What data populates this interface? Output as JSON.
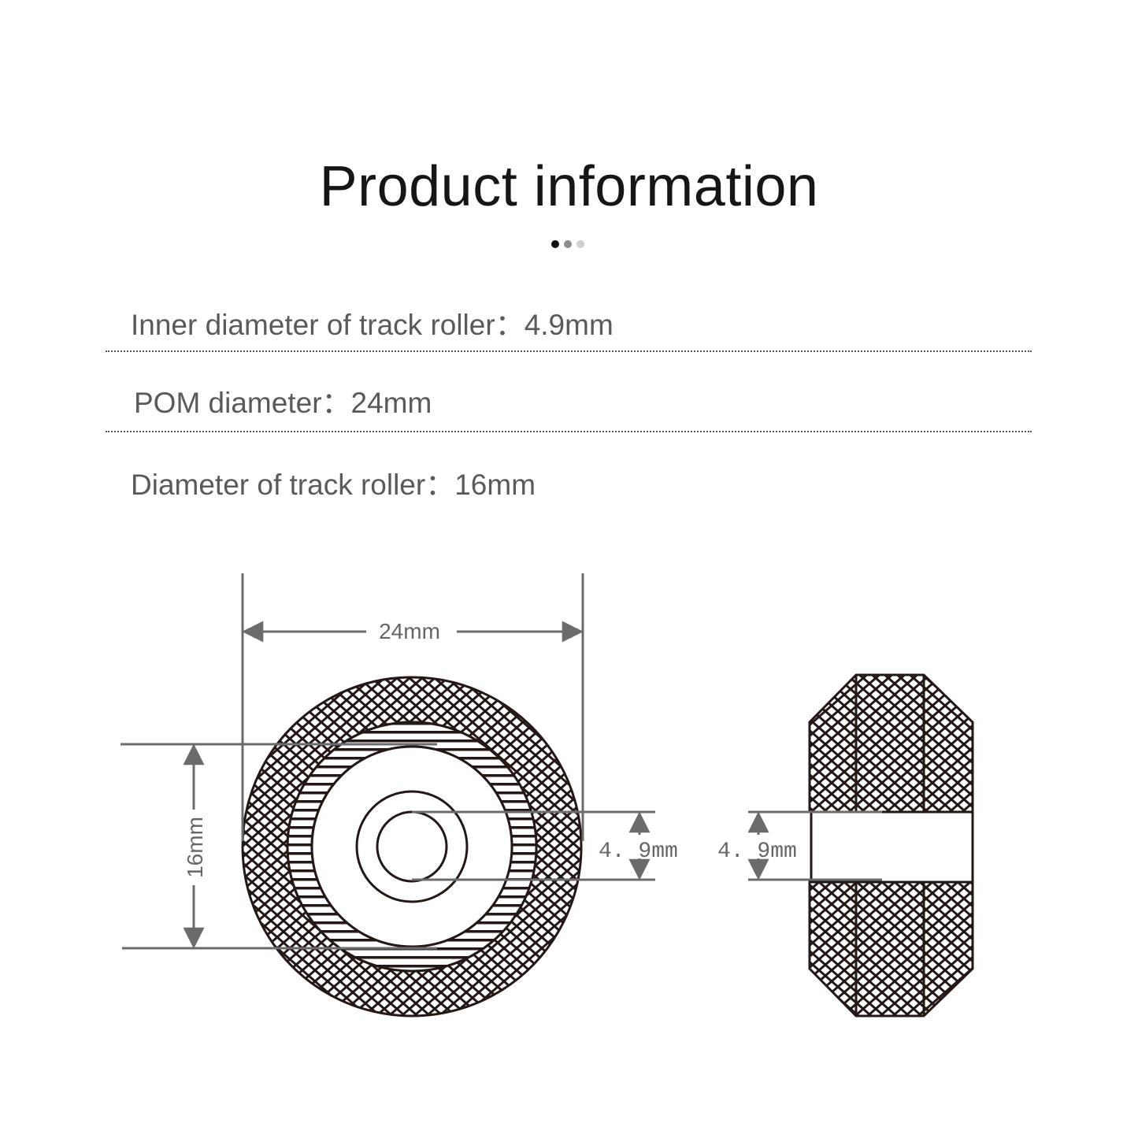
{
  "header": {
    "title": "Product information",
    "pagination_dots": [
      {
        "color": "#111111"
      },
      {
        "color": "#8c8c8c"
      },
      {
        "color": "#cfcfcf"
      }
    ]
  },
  "specs": [
    {
      "label": "Inner diameter of track roller",
      "separator": "：",
      "value": "4.9mm"
    },
    {
      "label": "POM diameter",
      "separator": "：",
      "value": "24mm"
    },
    {
      "label": "Diameter of track roller",
      "separator": "：",
      "value": "16mm"
    }
  ],
  "drawing": {
    "front_view": {
      "width_dimension": "24mm",
      "height_dimension": "16mm",
      "bore_dimension": "4. 9mm"
    },
    "side_view": {
      "bore_dimension": "4. 9mm"
    },
    "colors": {
      "outline": "#231815",
      "dimension": "#6b6b6b"
    }
  }
}
